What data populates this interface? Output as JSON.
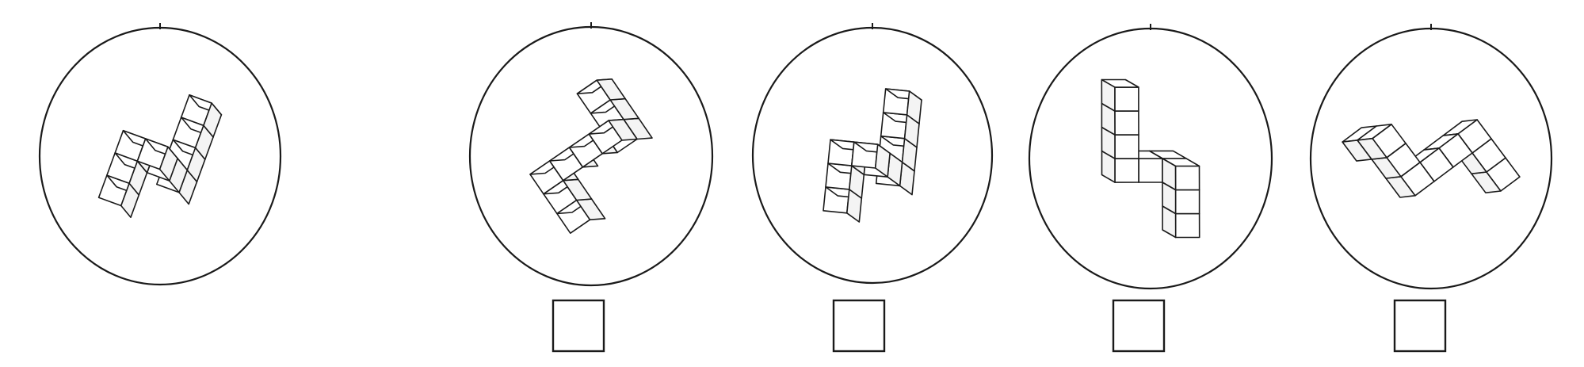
{
  "test": {
    "type": "mental-rotation",
    "target": {
      "label": "",
      "figure": "target-figure"
    },
    "options": [
      {
        "figure": "option-figure-1",
        "answer_box_checked": false
      },
      {
        "figure": "option-figure-2",
        "answer_box_checked": false
      },
      {
        "figure": "option-figure-3",
        "answer_box_checked": false
      },
      {
        "figure": "option-figure-4",
        "answer_box_checked": false
      }
    ]
  },
  "colors": {
    "ink": "#1a1a1a",
    "top_face": "#ffffff",
    "side_face": "#f4f4f4",
    "front_face": "#ffffff",
    "background": "#ffffff"
  }
}
